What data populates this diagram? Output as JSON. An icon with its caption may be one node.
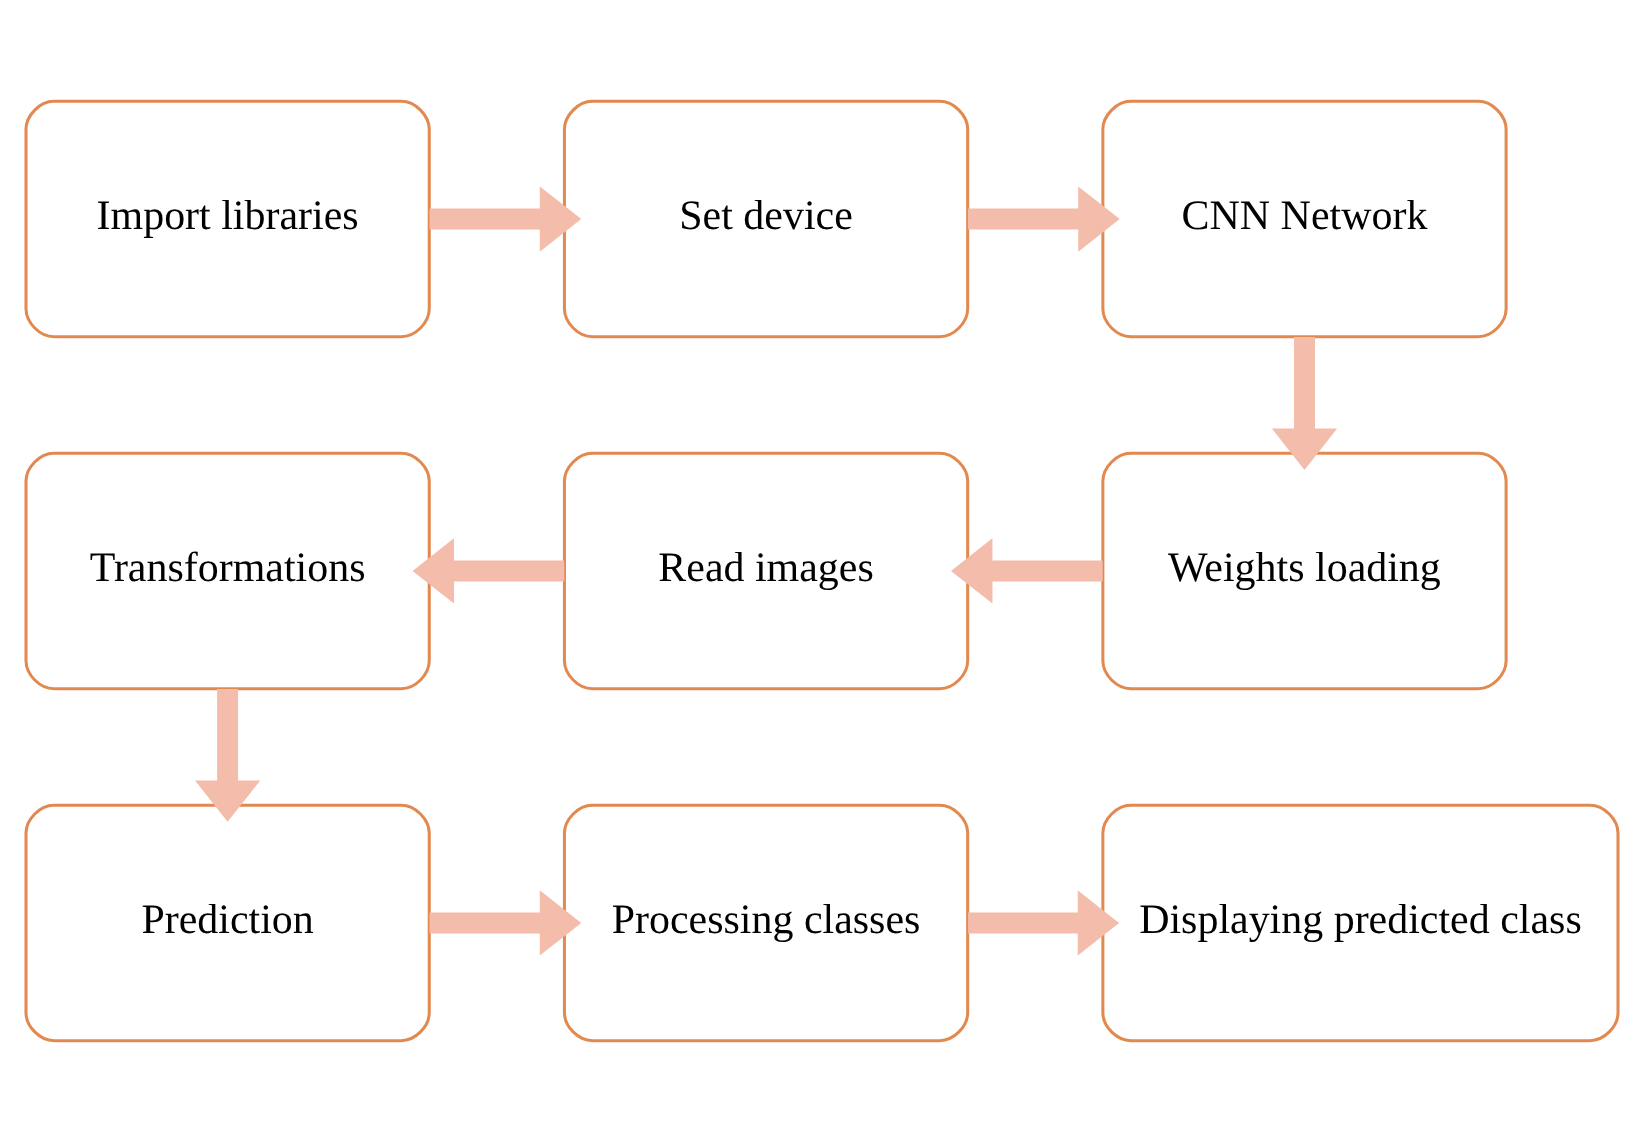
{
  "diagram": {
    "nodes": [
      {
        "text": [
          "Import libraries"
        ]
      },
      {
        "text": [
          "Set device"
        ]
      },
      {
        "text": [
          "CNN Network"
        ]
      },
      {
        "text": [
          "Weights loading"
        ]
      },
      {
        "text": [
          "Read images"
        ]
      },
      {
        "text": [
          "Transformations"
        ]
      },
      {
        "text": [
          "Prediction"
        ]
      },
      {
        "text": [
          "Processing classes"
        ]
      },
      {
        "text": [
          "Displaying predicted class"
        ]
      }
    ],
    "edges": [
      {
        "from": 0,
        "to": 1,
        "arrow": "to"
      },
      {
        "from": 1,
        "to": 2,
        "arrow": "to"
      },
      {
        "from": 2,
        "to": 3,
        "arrow": "to"
      },
      {
        "from": 3,
        "to": 4,
        "arrow": "to"
      },
      {
        "from": 4,
        "to": 5,
        "arrow": "to"
      },
      {
        "from": 5,
        "to": 6,
        "arrow": "to"
      },
      {
        "from": 6,
        "to": 7,
        "arrow": "to"
      },
      {
        "from": 7,
        "to": 8,
        "arrow": "to"
      }
    ]
  }
}
